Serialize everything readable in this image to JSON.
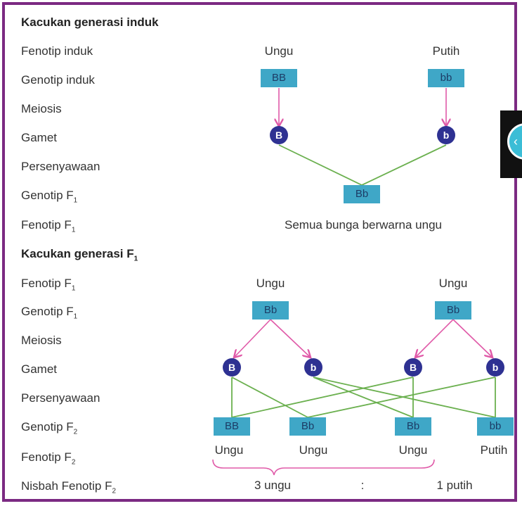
{
  "parent": {
    "heading": "Kacukan generasi induk",
    "rows": [
      "Fenotip induk",
      "Genotip induk",
      "Meiosis",
      "Gamet",
      "Persenyawaan",
      "Genotip F",
      "Fenotip F"
    ],
    "phenotypes": [
      "Ungu",
      "Putih"
    ],
    "genotypes": [
      "BB",
      "bb"
    ],
    "gametes": [
      "B",
      "b"
    ],
    "f1_genotype": "Bb",
    "f1_phenotype": "Semua bunga berwarna ungu"
  },
  "f1cross": {
    "heading": "Kacukan generasi F",
    "rows": [
      "Fenotip F",
      "Genotip F",
      "Meiosis",
      "Gamet",
      "Persenyawaan",
      "Genotip F",
      "Fenotip F",
      "Nisbah Fenotip F"
    ],
    "phenotypes": [
      "Ungu",
      "Ungu"
    ],
    "genotypes": [
      "Bb",
      "Bb"
    ],
    "gametes": [
      "B",
      "b",
      "B",
      "b"
    ],
    "f2_genotypes": [
      "BB",
      "Bb",
      "Bb",
      "bb"
    ],
    "f2_phenotypes": [
      "Ungu",
      "Ungu",
      "Ungu",
      "Putih"
    ],
    "ratio": [
      "3 ungu",
      ":",
      "1 putih"
    ]
  },
  "subscripts": {
    "one": "1",
    "two": "2"
  },
  "nav": {
    "arrow": "‹"
  },
  "colors": {
    "border": "#7b2a82",
    "box": "#3fa7c7",
    "gamete": "#2e3192",
    "arrow": "#e05aa8",
    "line": "#6bb04f",
    "brace": "#e05aa8"
  }
}
